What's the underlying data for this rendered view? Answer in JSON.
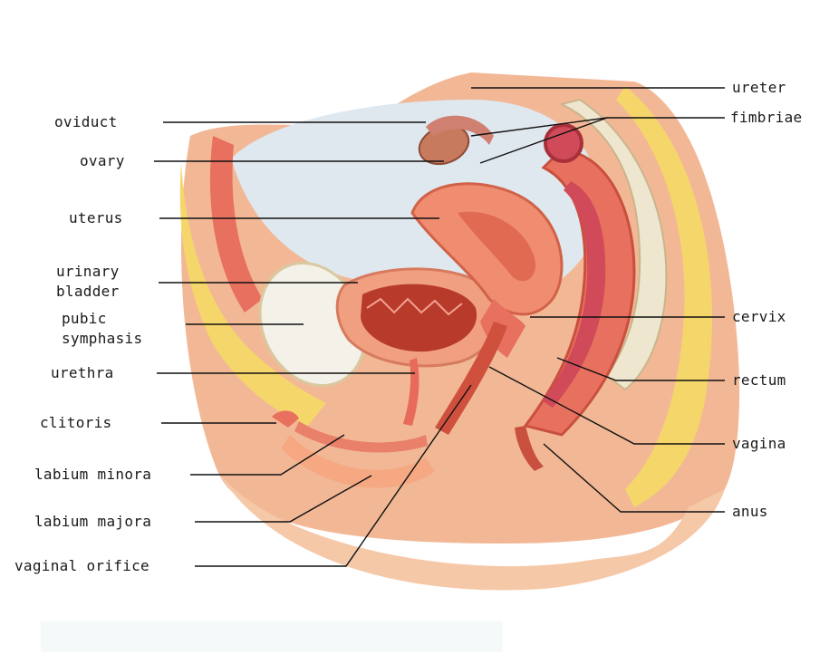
{
  "labels_left": [
    {
      "id": "oviduct",
      "text": "oviduct"
    },
    {
      "id": "ovary",
      "text": "ovary"
    },
    {
      "id": "uterus",
      "text": "uterus"
    },
    {
      "id": "urinary_bladder",
      "text": "urinary\nbladder"
    },
    {
      "id": "pubic_symphasis",
      "text": "pubic\nsymphasis"
    },
    {
      "id": "urethra",
      "text": "urethra"
    },
    {
      "id": "clitoris",
      "text": "clitoris"
    },
    {
      "id": "labium_minora",
      "text": "labium minora"
    },
    {
      "id": "labium_majora",
      "text": "labium majora"
    },
    {
      "id": "vaginal_orifice",
      "text": "vaginal orifice"
    }
  ],
  "labels_right": [
    {
      "id": "ureter",
      "text": "ureter"
    },
    {
      "id": "fimbriae",
      "text": "fimbriae"
    },
    {
      "id": "cervix",
      "text": "cervix"
    },
    {
      "id": "rectum",
      "text": "rectum"
    },
    {
      "id": "vagina",
      "text": "vagina"
    },
    {
      "id": "anus",
      "text": "anus"
    }
  ],
  "colors": {
    "skin": "#f2b896",
    "skin_dark": "#e8906a",
    "fat": "#f5d66a",
    "muscle": "#e8705e",
    "mucosa": "#c0392b",
    "bone": "#f4f1e8",
    "pelvic_space": "#dfe7ef",
    "leader": "#111111"
  }
}
